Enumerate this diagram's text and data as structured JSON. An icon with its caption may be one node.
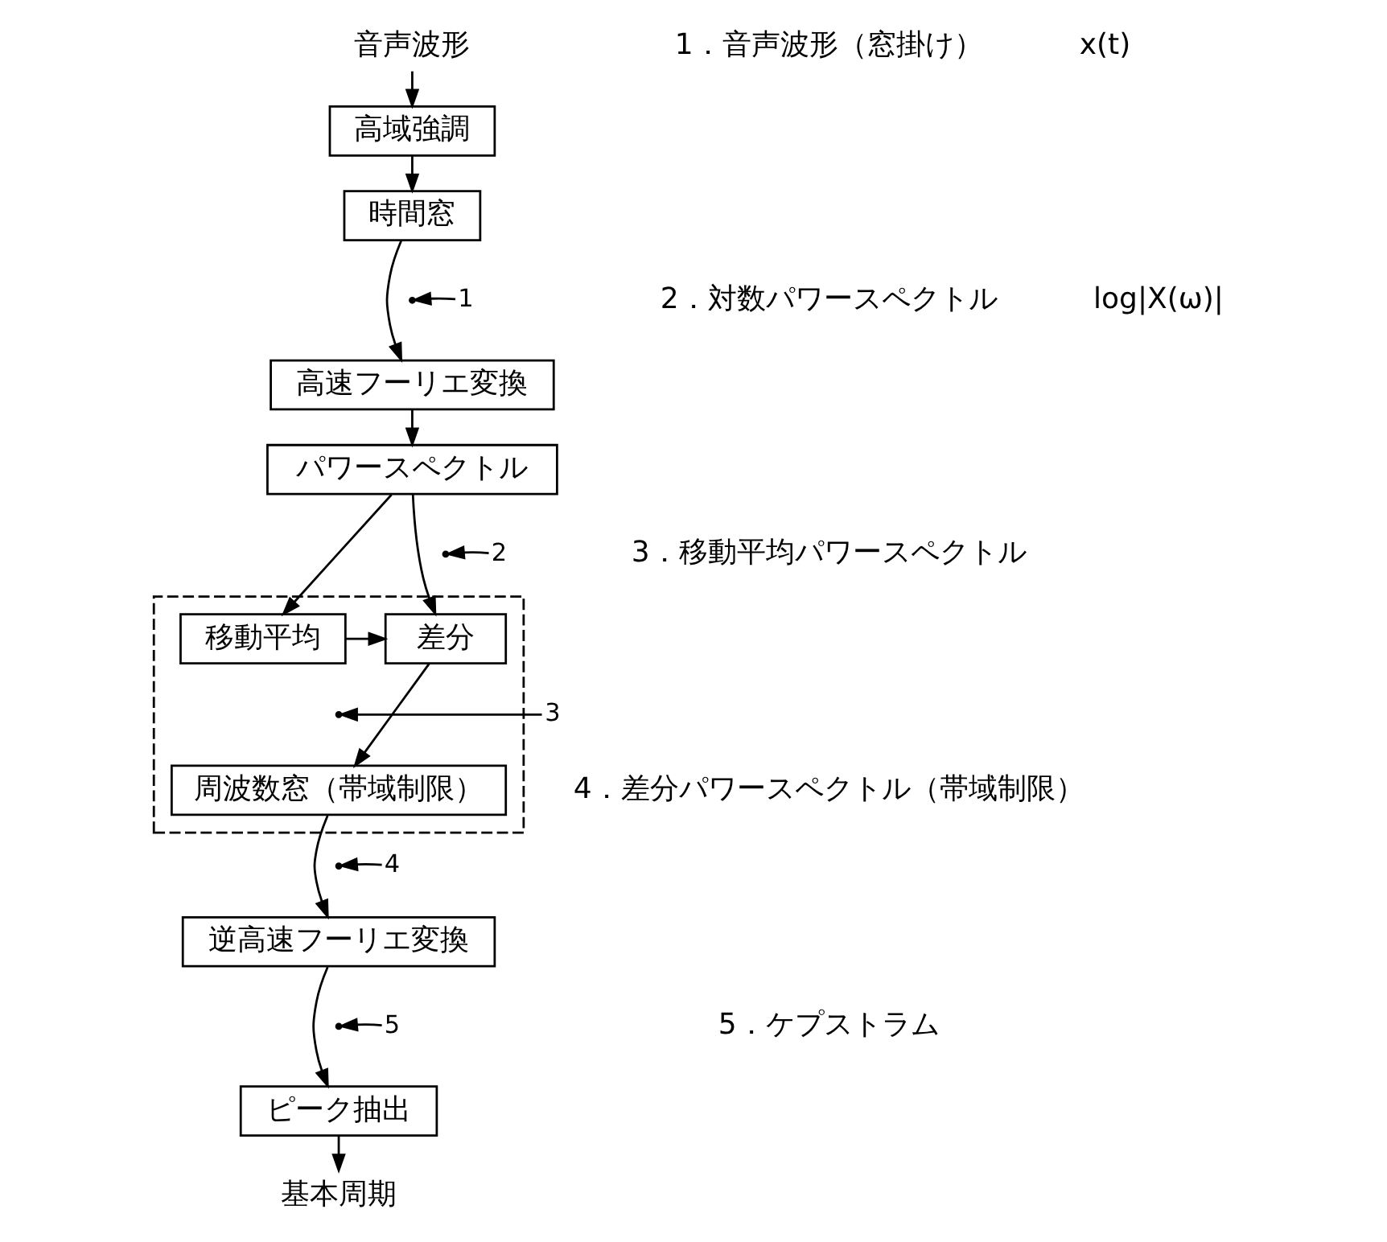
{
  "diagram": {
    "nodes": [
      {
        "text": [
          "音声波形"
        ]
      },
      {
        "text": [
          "高域強調"
        ]
      },
      {
        "text": [
          "時間窓"
        ]
      },
      {
        "text": [
          "高速フーリエ変換"
        ]
      },
      {
        "text": [
          "パワースペクトル"
        ]
      },
      {
        "text": [],
        "shape": "box"
      },
      {
        "text": [
          "移動平均"
        ],
        "in": 5
      },
      {
        "text": [
          "差分"
        ],
        "in": 5
      },
      {
        "text": [
          "周波数窓（帯域制限）"
        ],
        "in": 5
      },
      {
        "text": [
          "逆高速フーリエ変換"
        ]
      },
      {
        "text": [
          "ピーク抽出"
        ]
      },
      {
        "text": [
          "基本周期"
        ]
      },
      {
        "text": [
          "1"
        ]
      },
      {
        "text": [
          "2"
        ]
      },
      {
        "text": [
          "3"
        ]
      },
      {
        "text": [
          "4"
        ]
      },
      {
        "text": [
          "5"
        ]
      }
    ],
    "edges": [
      {
        "from": 0,
        "to": 1,
        "arrow": "to"
      },
      {
        "from": 1,
        "to": 2,
        "arrow": "to"
      },
      {
        "from": 2,
        "to": 3,
        "arrow": "to"
      },
      {
        "from": 3,
        "to": 4,
        "arrow": "to"
      },
      {
        "from": 4,
        "to": 6,
        "arrow": "to"
      },
      {
        "from": 4,
        "to": 7,
        "arrow": "to"
      },
      {
        "from": 6,
        "to": 7,
        "arrow": "to"
      },
      {
        "from": 7,
        "to": 8,
        "arrow": "to"
      },
      {
        "from": 8,
        "to": 9,
        "arrow": "to"
      },
      {
        "from": 9,
        "to": 10,
        "arrow": "to"
      },
      {
        "from": 10,
        "to": 11,
        "arrow": "to"
      },
      {
        "from": 12,
        "to": null,
        "arrow": "to"
      },
      {
        "from": 13,
        "to": null,
        "arrow": "to"
      },
      {
        "from": 14,
        "to": null,
        "arrow": "to"
      },
      {
        "from": 15,
        "to": null,
        "arrow": "to"
      },
      {
        "from": 16,
        "to": null,
        "arrow": "to"
      }
    ],
    "labels": [
      "1．音声波形（窓掛け）",
      "x(t)",
      "2．対数パワースペクトル",
      "log|X(ω)|",
      "3．移動平均パワースペクトル",
      "4．差分パワースペクトル（帯域制限）",
      "5．ケプストラム"
    ]
  }
}
